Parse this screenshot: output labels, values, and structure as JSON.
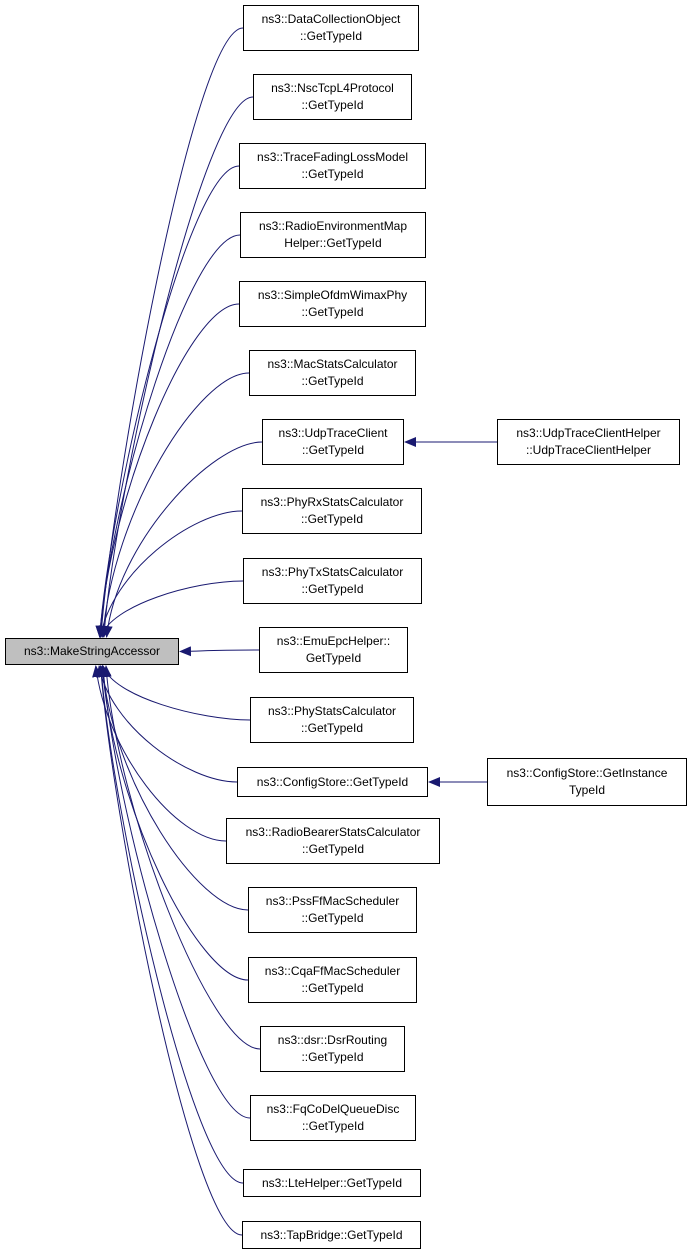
{
  "nodes": {
    "root": [
      "ns3::MakeStringAccessor"
    ],
    "n0": [
      "ns3::DataCollectionObject",
      "::GetTypeId"
    ],
    "n1": [
      "ns3::NscTcpL4Protocol",
      "::GetTypeId"
    ],
    "n2": [
      "ns3::TraceFadingLossModel",
      "::GetTypeId"
    ],
    "n3": [
      "ns3::RadioEnvironmentMap",
      "Helper::GetTypeId"
    ],
    "n4": [
      "ns3::SimpleOfdmWimaxPhy",
      "::GetTypeId"
    ],
    "n5": [
      "ns3::MacStatsCalculator",
      "::GetTypeId"
    ],
    "n6": [
      "ns3::UdpTraceClient",
      "::GetTypeId"
    ],
    "n7": [
      "ns3::PhyRxStatsCalculator",
      "::GetTypeId"
    ],
    "n8": [
      "ns3::PhyTxStatsCalculator",
      "::GetTypeId"
    ],
    "n9": [
      "ns3::EmuEpcHelper::",
      "GetTypeId"
    ],
    "n10": [
      "ns3::PhyStatsCalculator",
      "::GetTypeId"
    ],
    "n11": [
      "ns3::ConfigStore::GetTypeId"
    ],
    "n12": [
      "ns3::RadioBearerStatsCalculator",
      "::GetTypeId"
    ],
    "n13": [
      "ns3::PssFfMacScheduler",
      "::GetTypeId"
    ],
    "n14": [
      "ns3::CqaFfMacScheduler",
      "::GetTypeId"
    ],
    "n15": [
      "ns3::dsr::DsrRouting",
      "::GetTypeId"
    ],
    "n16": [
      "ns3::FqCoDelQueueDisc",
      "::GetTypeId"
    ],
    "n17": [
      "ns3::LteHelper::GetTypeId"
    ],
    "n18": [
      "ns3::TapBridge::GetTypeId"
    ],
    "r6": [
      "ns3::UdpTraceClientHelper",
      "::UdpTraceClientHelper"
    ],
    "r11": [
      "ns3::ConfigStore::GetInstance",
      "TypeId"
    ]
  },
  "edges": [
    [
      "n0",
      "root"
    ],
    [
      "n1",
      "root"
    ],
    [
      "n2",
      "root"
    ],
    [
      "n3",
      "root"
    ],
    [
      "n4",
      "root"
    ],
    [
      "n5",
      "root"
    ],
    [
      "n6",
      "root"
    ],
    [
      "n7",
      "root"
    ],
    [
      "n8",
      "root"
    ],
    [
      "n9",
      "root"
    ],
    [
      "n10",
      "root"
    ],
    [
      "n11",
      "root"
    ],
    [
      "n12",
      "root"
    ],
    [
      "n13",
      "root"
    ],
    [
      "n14",
      "root"
    ],
    [
      "n15",
      "root"
    ],
    [
      "n16",
      "root"
    ],
    [
      "n17",
      "root"
    ],
    [
      "n18",
      "root"
    ],
    [
      "r6",
      "n6"
    ],
    [
      "r11",
      "n11"
    ]
  ],
  "colors": {
    "edge": "#191970",
    "root_fill": "#bfbfbf",
    "node_border": "#000000"
  }
}
